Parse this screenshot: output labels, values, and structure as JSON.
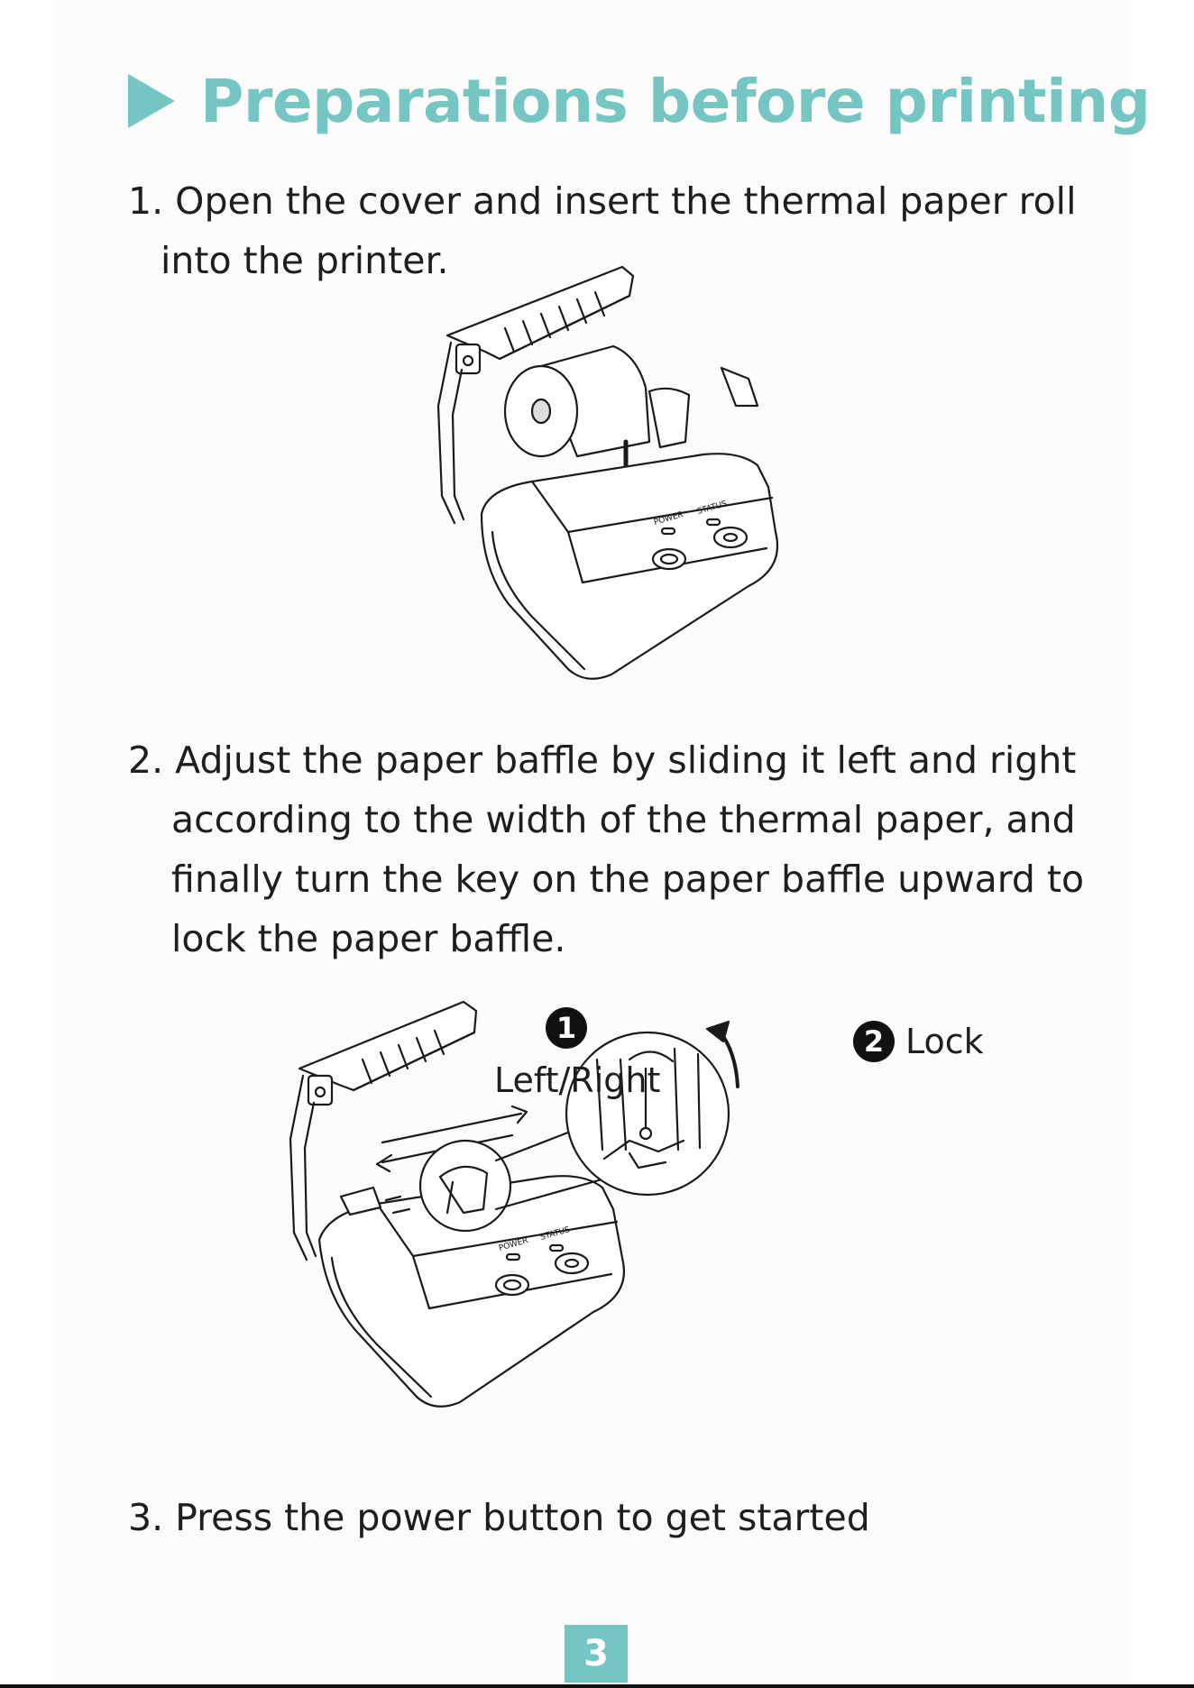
{
  "title": "Preparations before printing",
  "steps": {
    "s1": {
      "num": "1.",
      "line1": "Open the cover and insert the thermal paper roll",
      "line2": "into the printer."
    },
    "s2": {
      "num": "2.",
      "line1": "Adjust the paper baffle by sliding it left and right",
      "line2": "according to the width of the thermal paper, and",
      "line3": "finally turn the key on the paper baffle upward to",
      "line4": "lock the paper baffle."
    },
    "s3": {
      "num": "3.",
      "line1": "Press the power button to get started"
    }
  },
  "callouts": {
    "c1_num": "1",
    "c1_label": "Left/Right",
    "c2_num": "2",
    "c2_label": "Lock"
  },
  "printer_labels": {
    "power": "POWER",
    "status": "STATUS"
  },
  "page_number": "3",
  "colors": {
    "accent": "#75c6c2",
    "text": "#1e1e1e"
  }
}
